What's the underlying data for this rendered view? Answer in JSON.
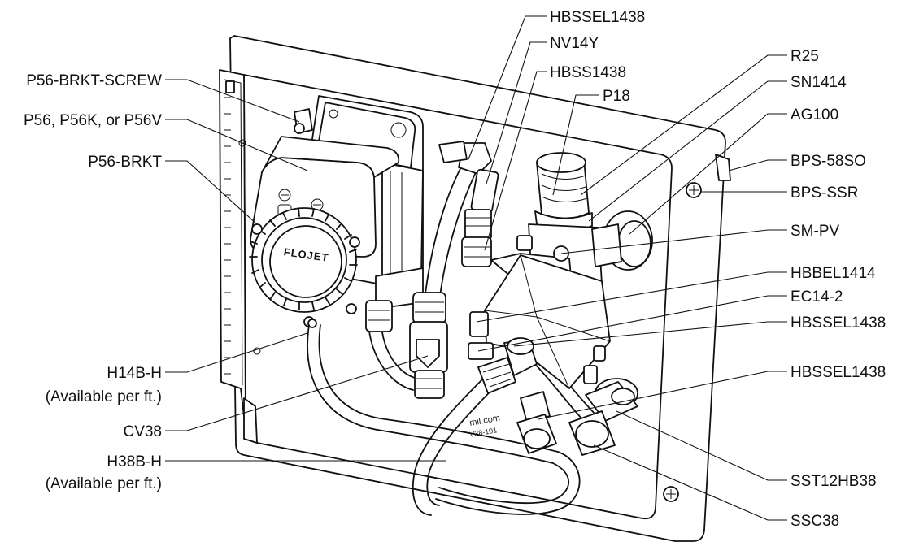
{
  "diagram": {
    "labels": {
      "p56_brkt_screw": "P56-BRKT-SCREW",
      "p56_variants": "P56, P56K, or P56V",
      "p56_brkt": "P56-BRKT",
      "h14b_h": "H14B-H",
      "h14b_h_note": "(Available per ft.)",
      "cv38": "CV38",
      "h38b_h": "H38B-H",
      "h38b_h_note": "(Available per ft.)",
      "hbssel1438_top": "HBSSEL1438",
      "nv14y": "NV14Y",
      "hbss1438": "HBSS1438",
      "p18": "P18",
      "r25": "R25",
      "sn1414": "SN1414",
      "ag100": "AG100",
      "bps_58so": "BPS-58SO",
      "bps_ssr": "BPS-SSR",
      "sm_pv": "SM-PV",
      "hbbel1414": "HBBEL1414",
      "ec14_2": "EC14-2",
      "hbssel1438_mid": "HBSSEL1438",
      "hbssel1438_low": "HBSSEL1438",
      "sst12hb38": "SST12HB38",
      "ssc38": "SSC38"
    },
    "pump_logo": "FLOJET",
    "panel_imprint_1": "mil.com",
    "panel_imprint_2": "V38-101"
  }
}
